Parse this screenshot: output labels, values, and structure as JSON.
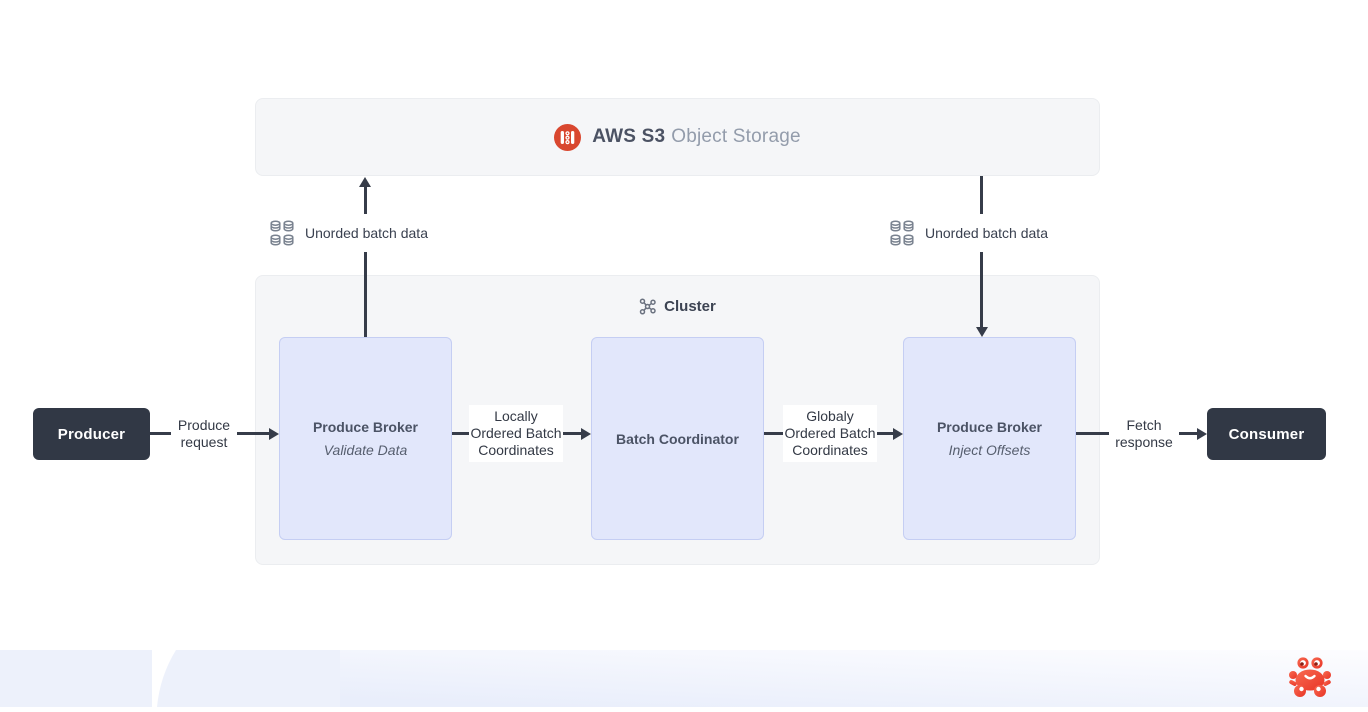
{
  "colors": {
    "page": "#ffffff",
    "accent": "#D9472F",
    "node_dark": "#313845",
    "node_text": "#ffffff",
    "broker_fill": "#E2E7FB",
    "broker_border": "#C5CEF3",
    "container_fill": "#F5F6F8",
    "container_border": "#EBEDF0",
    "arrow": "#363C49",
    "title": "#4B5263",
    "title_light": "#939CAB",
    "label": "#333945",
    "broker_text": "#4B5365",
    "icon_gray": "#79828F",
    "footer": "#EDF1FB",
    "crab": "#F2503C"
  },
  "storage": {
    "name_bold": "AWS S3",
    "name_rest": "Object Storage"
  },
  "cluster": {
    "label": "Cluster"
  },
  "nodes": {
    "producer": {
      "label": "Producer"
    },
    "broker_validate": {
      "title": "Produce Broker",
      "subtitle": "Validate Data"
    },
    "batch_coordinator": {
      "title": "Batch Coordinator"
    },
    "broker_inject": {
      "title": "Produce Broker",
      "subtitle": "Inject Offsets"
    },
    "consumer": {
      "label": "Consumer"
    }
  },
  "edges": {
    "produce_request": "Produce request",
    "locally_ordered": "Locally Ordered Batch Coordinates",
    "globally_ordered": "Globaly Ordered Batch Coordinates",
    "fetch_response": "Fetch response",
    "unordered_left": "Unorded batch data",
    "unordered_right": "Unorded batch data"
  },
  "icons": {
    "s3": "s3-bucket-icon",
    "cluster": "cluster-topology-icon",
    "batch_data": "database-grid-icon",
    "crab": "crab-icon"
  }
}
